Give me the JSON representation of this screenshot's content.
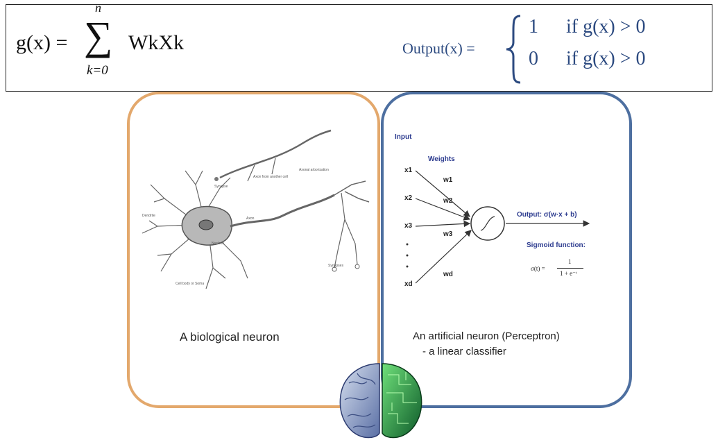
{
  "equations": {
    "g_lhs": "g(x) =",
    "sum_upper": "n",
    "sum_lower": "k=0",
    "sum_symbol": "∑",
    "g_body": "WkXk",
    "output_lhs": "Output(x) =",
    "case1_value": "1",
    "case1_cond": "if g(x) > 0",
    "case2_value": "0",
    "case2_cond": "if g(x) > 0"
  },
  "bio_card": {
    "caption": "A biological neuron",
    "labels": {
      "dendrite": "Dendrite",
      "nucleus": "Nucleus",
      "cell_body": "Cell body or Soma",
      "synapse_top": "Synapse",
      "axon_from": "Axon from another cell",
      "axon": "Axon",
      "axonal_arborization": "Axonal arborization",
      "synapses": "Synapses"
    },
    "border_color": "#e3a86c"
  },
  "art_card": {
    "caption_line1": "An artificial neuron (Perceptron)",
    "caption_line2": "- a linear classifier",
    "input_label": "Input",
    "weights_label": "Weights",
    "inputs": [
      "x1",
      "x2",
      "x3",
      "xd"
    ],
    "weights": [
      "w1",
      "w2",
      "w3",
      "wd"
    ],
    "output_label": "Output: σ(w·x + b)",
    "sigmoid_label": "Sigmoid function:",
    "sigmoid_formula_lhs": "σ(t) =",
    "sigmoid_numerator": "1",
    "sigmoid_denominator": "1 + e⁻ᵗ",
    "border_color": "#4d6fa0",
    "text_color": "#2c3b8f"
  }
}
